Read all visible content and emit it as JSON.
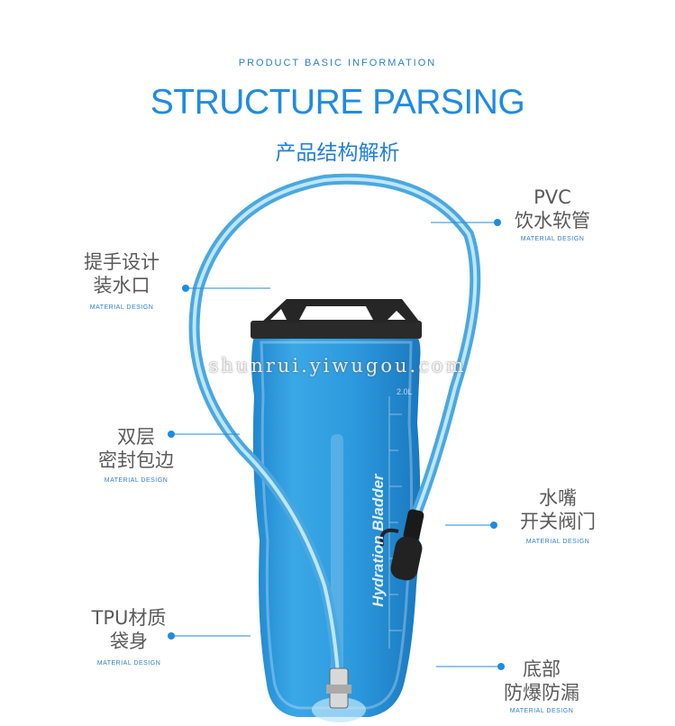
{
  "header": {
    "subtitle": "PRODUCT BASIC INFORMATION",
    "title": "STRUCTURE PARSING",
    "title_cn": "产品结构解析"
  },
  "features": [
    {
      "line1": "PVC",
      "line2": "饮水软管",
      "sub": "MATERIAL DESIGN"
    },
    {
      "line1": "提手设计",
      "line2": "装水口",
      "sub": "MATERIAL DESIGN"
    },
    {
      "line1": "双层",
      "line2": "密封包边",
      "sub": "MATERIAL DESIGN"
    },
    {
      "line1": "水嘴",
      "line2": "开关阀门",
      "sub": "MATERIAL DESIGN"
    },
    {
      "line1": "TPU材质",
      "line2": "袋身",
      "sub": "MATERIAL DESIGN"
    },
    {
      "line1": "底部",
      "line2": "防爆防漏",
      "sub": "MATERIAL DESIGN"
    }
  ],
  "product": {
    "label": "Hydration Bladder",
    "capacity": "2.0L"
  },
  "watermark": "shunrui.yiwugou.com",
  "colors": {
    "accent": "#1f8be3",
    "bladder": "#2b9be0",
    "tube": "#7cc4ee",
    "text": "#5a5a5a"
  }
}
